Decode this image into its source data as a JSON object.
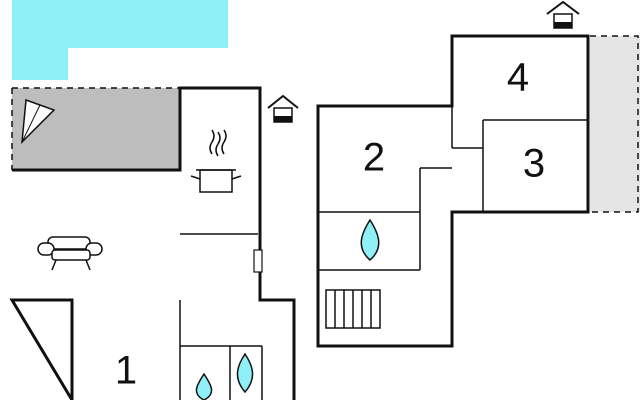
{
  "colors": {
    "pool": "#8ff0f7",
    "terrace": "#bdbdbd",
    "terrace_side": "#e4e4e4",
    "wall": "#111111",
    "water": "#8ff0f7",
    "background": "#ffffff"
  },
  "rooms": [
    {
      "id": "bedroom-1",
      "label": "1"
    },
    {
      "id": "bedroom-2",
      "label": "2"
    },
    {
      "id": "bedroom-3",
      "label": "3"
    },
    {
      "id": "bedroom-4",
      "label": "4"
    }
  ],
  "icons": [
    "pool-area",
    "terrace-area",
    "parasol-icon",
    "kitchen-pot-icon",
    "sofa-icon",
    "entrance-house-icon",
    "water-drop-icon",
    "stairs-icon"
  ]
}
